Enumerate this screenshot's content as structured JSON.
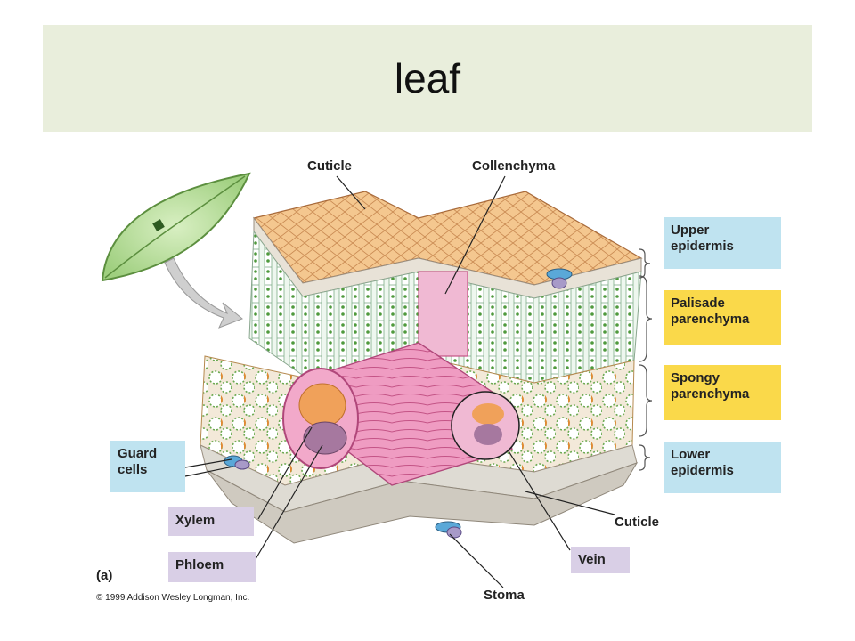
{
  "title": "leaf",
  "labels": {
    "cuticle_top": "Cuticle",
    "collenchyma": "Collenchyma",
    "upper_epidermis": "Upper epidermis",
    "palisade": "Palisade parenchyma",
    "spongy": "Spongy parenchyma",
    "lower_epidermis": "Lower epidermis",
    "guard_cells": "Guard cells",
    "xylem": "Xylem",
    "phloem": "Phloem",
    "vein": "Vein",
    "cuticle_bottom": "Cuticle",
    "stoma": "Stoma"
  },
  "panel_tag": "(a)",
  "copyright": "© 1999 Addison Wesley Longman, Inc.",
  "colors": {
    "title_band": "#e9eedc",
    "blue_label": "#bfe3f0",
    "yellow_label": "#fad94a",
    "lavender_label": "#d9cfe6",
    "cuticle": "#f1c48e",
    "vein_pink": "#e58cb5",
    "cell_green": "#6aa84f"
  }
}
